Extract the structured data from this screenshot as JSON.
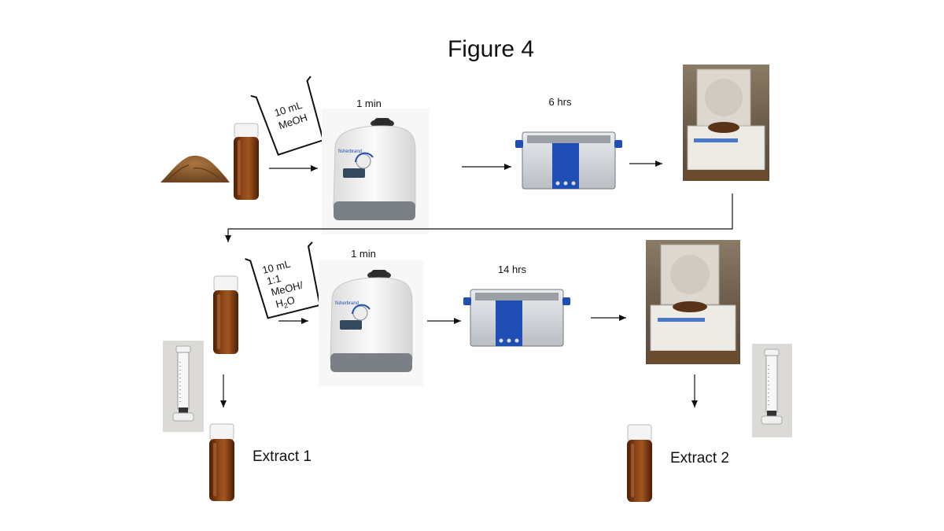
{
  "figure": {
    "title": "Figure 4"
  },
  "row1": {
    "beaker_line1": "10 mL",
    "beaker_line2": "MeOH",
    "vortex_time": "1 min",
    "sonicate_time": "6 hrs"
  },
  "row2": {
    "beaker_line1": "10 mL",
    "beaker_line2": "1:1",
    "beaker_line3": "MeOH/",
    "beaker_line4_main": "H",
    "beaker_line4_sub": "2",
    "beaker_line4_end": "O",
    "vortex_time": "1 min",
    "sonicate_time": "14 hrs"
  },
  "outputs": {
    "extract1": "Extract 1",
    "extract2": "Extract 2"
  },
  "vortex_brand": "fisherbrand",
  "colors": {
    "amber": "#7a3a12",
    "cap": "#f2f2f2",
    "soil": "#8a5a2b",
    "accent_blue": "#1f4fb5"
  }
}
